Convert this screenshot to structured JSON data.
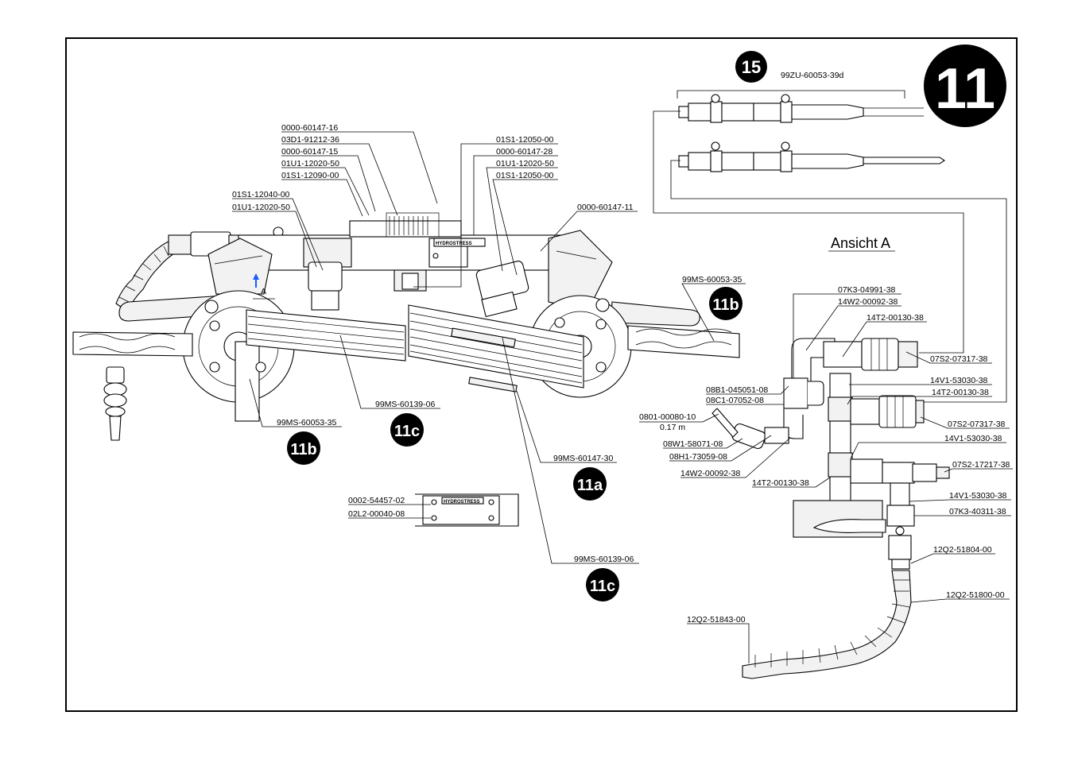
{
  "page_badge": "11",
  "section_badges": {
    "b15": "15",
    "b11b_right": "11b",
    "b11b_left": "11b",
    "b11c_mid": "11c",
    "b11a": "11a",
    "b11c_low": "11c"
  },
  "view_label": "Ansicht A",
  "view_marker": "A",
  "plate_brand": "HYDROSTRESS",
  "parts": {
    "p_0000_60147_16": "0000-60147-16",
    "p_03D1_91212_36": "03D1-91212-36",
    "p_0000_60147_15": "0000-60147-15",
    "p_01U1_12020_50_a": "01U1-12020-50",
    "p_01S1_12090_00": "01S1-12090-00",
    "p_01S1_12040_00": "01S1-12040-00",
    "p_01U1_12020_50_b": "01U1-12020-50",
    "p_01S1_12050_00_a": "01S1-12050-00",
    "p_0000_60147_28": "0000-60147-28",
    "p_01U1_12020_50_c": "01U1-12020-50",
    "p_01S1_12050_00_b": "01S1-12050-00",
    "p_0000_60147_11": "0000-60147-11",
    "p_99MS_60053_35_r": "99MS-60053-35",
    "p_99MS_60053_35_l": "99MS-60053-35",
    "p_99MS_60139_06_a": "99MS-60139-06",
    "p_99MS_60147_30": "99MS-60147-30",
    "p_0002_54457_02": "0002-54457-02",
    "p_02L2_00040_08": "02L2-00040-08",
    "p_99MS_60139_06_b": "99MS-60139-06",
    "p_99ZU_60053_39d": "99ZU-60053-39d",
    "p_07K3_04991_38": "07K3-04991-38",
    "p_14W2_00092_38_a": "14W2-00092-38",
    "p_14T2_00130_38_a": "14T2-00130-38",
    "p_07S2_07317_38_a": "07S2-07317-38",
    "p_14V1_53030_38_a": "14V1-53030-38",
    "p_14T2_00130_38_b": "14T2-00130-38",
    "p_08B1_045051_08": "08B1-045051-08",
    "p_08C1_07052_08": "08C1-07052-08",
    "p_0801_00080_10": "0801-00080-10",
    "p_len": "0.17 m",
    "p_07S2_07317_38_b": "07S2-07317-38",
    "p_08W1_58071_08": "08W1-58071-08",
    "p_08H1_73059_08": "08H1-73059-08",
    "p_14V1_53030_38_b": "14V1-53030-38",
    "p_07S2_17217_38": "07S2-17217-38",
    "p_14W2_00092_38_b": "14W2-00092-38",
    "p_14T2_00130_38_c": "14T2-00130-38",
    "p_14V1_53030_38_c": "14V1-53030-38",
    "p_07K3_40311_38": "07K3-40311-38",
    "p_12Q2_51804_00": "12Q2-51804-00",
    "p_12Q2_51800_00": "12Q2-51800-00",
    "p_12Q2_51843_00": "12Q2-51843-00"
  }
}
